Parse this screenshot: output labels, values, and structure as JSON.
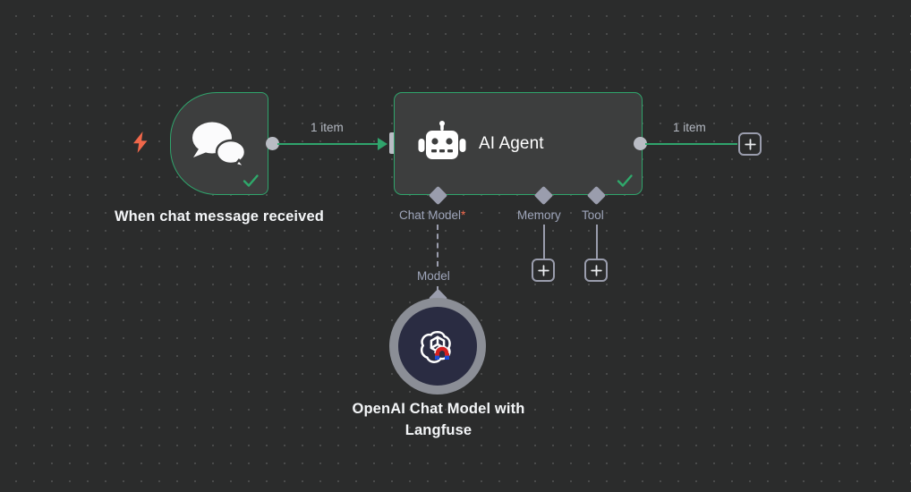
{
  "canvas": {
    "background_color": "#2b2c2c",
    "grid_dot_color": "#4a4b4b",
    "accent_green": "#30a46c",
    "accent_orange": "#f0674a",
    "port_gray": "#b9bcc4",
    "connector_gray": "#9a9dad",
    "sublabel_color": "#9fa6bb"
  },
  "nodes": {
    "trigger": {
      "caption": "When chat message received",
      "icon": "chat-bubbles-icon",
      "status": "success",
      "trigger_icon": "lightning-bolt-icon"
    },
    "agent": {
      "title": "AI Agent",
      "icon": "robot-icon",
      "status": "success"
    },
    "model": {
      "caption": "OpenAI Chat Model with Langfuse",
      "icon": "openai-logo-icon",
      "badge_icon": "langfuse-magnet-icon"
    }
  },
  "edges": {
    "trigger_to_agent_label": "1 item",
    "agent_to_next_label": "1 item",
    "model_connection_label": "Model"
  },
  "sub_ports": [
    {
      "label": "Chat Model",
      "required_marker": "*",
      "has_plus": false
    },
    {
      "label": "Memory",
      "required_marker": "",
      "has_plus": true
    },
    {
      "label": "Tool",
      "required_marker": "",
      "has_plus": true
    }
  ],
  "buttons": {
    "add_node_plus": "+",
    "add_memory_plus": "+",
    "add_tool_plus": "+"
  }
}
